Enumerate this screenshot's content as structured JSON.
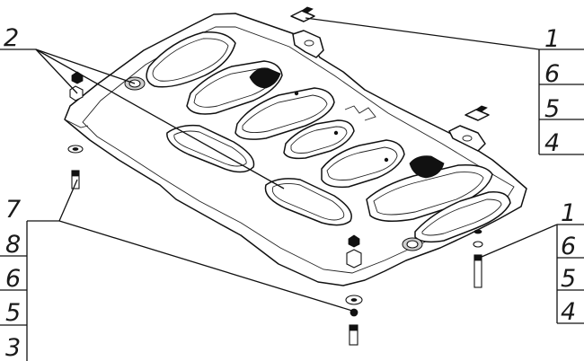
{
  "callouts": {
    "top_right": [
      "1",
      "6",
      "5",
      "4"
    ],
    "bottom_right": [
      "1",
      "6",
      "5",
      "4"
    ],
    "top_left": [
      "2"
    ],
    "bottom_left": [
      "7",
      "8",
      "6",
      "5",
      "3"
    ]
  }
}
